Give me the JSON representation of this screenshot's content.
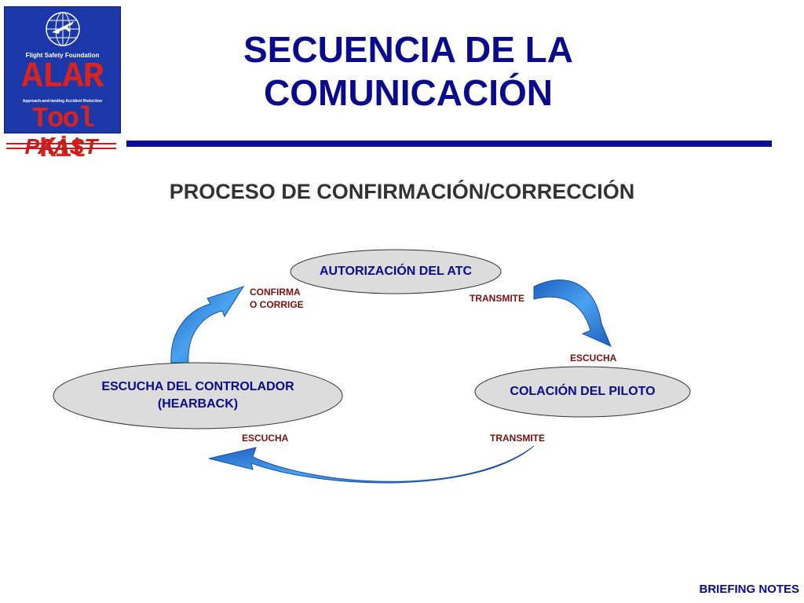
{
  "logo": {
    "org": "Flight Safety Foundation",
    "name": "ALAR",
    "tagline": "Approach-and-landing Accident Reduction",
    "product": "Tool Kit",
    "program": "PAAST",
    "colors": {
      "background": "#1c38a8",
      "accent": "#d8231f"
    }
  },
  "header": {
    "title_line1": "SECUENCIA DE LA",
    "title_line2": "COMUNICACIÓN",
    "subtitle": "PROCESO DE CONFIRMACIÓN/CORRECCIÓN"
  },
  "diagram": {
    "nodes": [
      {
        "id": "atc",
        "label": "AUTORIZACIÓN DEL ATC"
      },
      {
        "id": "pilot",
        "label": "COLACIÓN DEL PILOTO"
      },
      {
        "id": "controller",
        "label_line1": "ESCUCHA DEL CONTROLADOR",
        "label_line2": "(HEARBACK)"
      }
    ],
    "edges": [
      {
        "from": "atc",
        "to": "pilot",
        "label_start": "TRANSMITE",
        "label_end": "ESCUCHA"
      },
      {
        "from": "pilot",
        "to": "controller",
        "label_start": "TRANSMITE",
        "label_end": "ESCUCHA"
      },
      {
        "from": "controller",
        "to": "atc",
        "label_line1": "CONFIRMA",
        "label_line2": "O CORRIGE"
      }
    ],
    "colors": {
      "node_fill": "#dcdcdc",
      "node_text": "#0a0a8c",
      "arrow": "#2f7fd8",
      "edge_label": "#7a1010"
    }
  },
  "footer": {
    "label": "BRIEFING NOTES"
  }
}
